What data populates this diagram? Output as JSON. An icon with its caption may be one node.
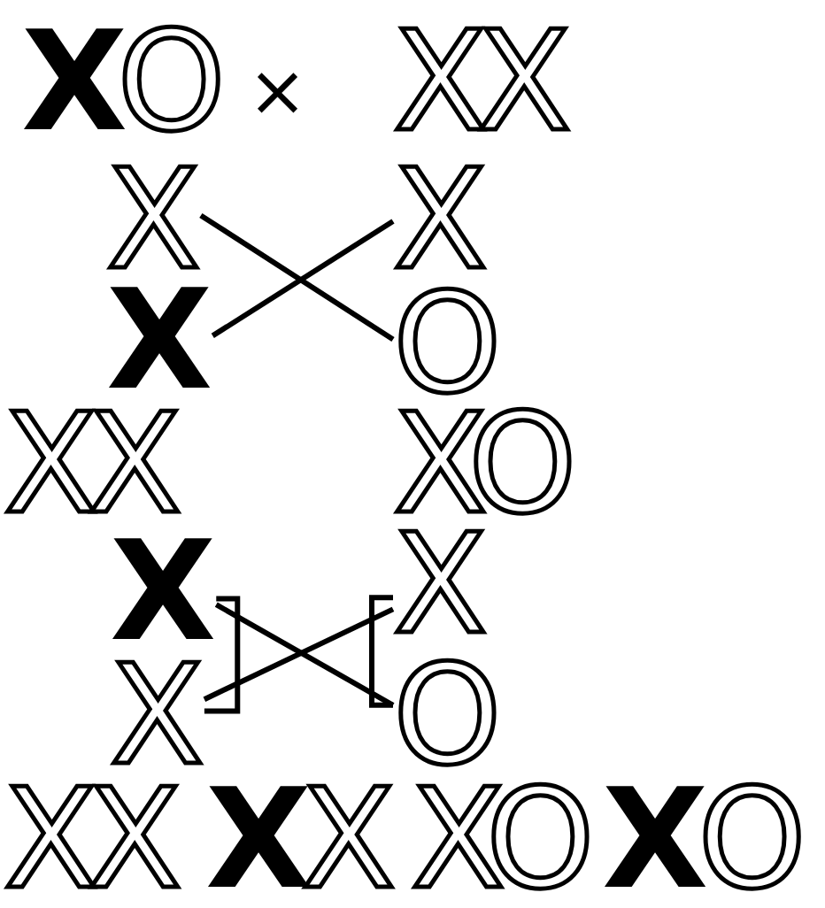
{
  "diagram": {
    "nodes": [
      {
        "text": [
          "**X**O"
        ]
      },
      {
        "text": [
          "XX"
        ]
      },
      {
        "text": [
          "X"
        ]
      },
      {
        "text": [
          "X"
        ]
      },
      {
        "text": [
          "X"
        ]
      },
      {
        "text": [
          "O"
        ]
      },
      {
        "text": [
          "XX"
        ]
      },
      {
        "text": [
          "XO"
        ]
      },
      {
        "text": [
          "X"
        ]
      },
      {
        "text": [
          "X"
        ]
      },
      {
        "text": [
          "X"
        ]
      },
      {
        "text": [
          "O"
        ]
      },
      {
        "text": [
          "XX"
        ]
      },
      {
        "text": [
          "**X**X"
        ]
      },
      {
        "text": [
          "XO"
        ]
      },
      {
        "text": [
          "**X**O"
        ]
      }
    ],
    "edges": [
      {
        "from": 2,
        "to": 5,
        "arrow": "none"
      },
      {
        "from": 4,
        "to": 3,
        "arrow": "none"
      },
      {
        "from": 8,
        "to": 10,
        "arrow": "none"
      },
      {
        "from": 8,
        "to": 11,
        "arrow": "none"
      },
      {
        "from": 9,
        "to": 11,
        "arrow": "none"
      },
      {
        "from": 9,
        "to": 10,
        "arrow": "none"
      }
    ],
    "labels": [
      "×"
    ]
  }
}
